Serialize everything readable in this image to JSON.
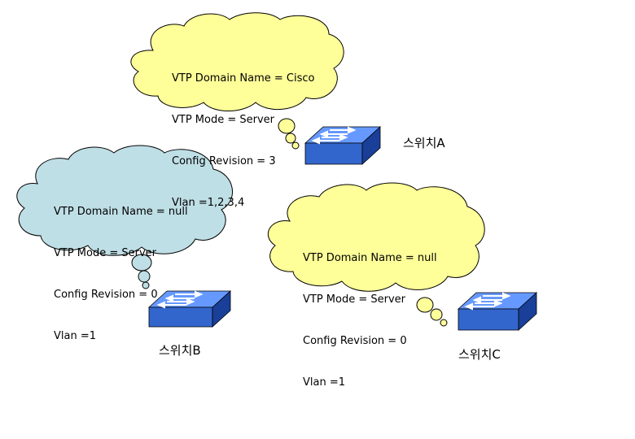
{
  "colors": {
    "cloud_yellow": "#ffff99",
    "cloud_blue": "#bfdfe6",
    "cloud_outline": "#000000",
    "switch_top": "#6699ff",
    "switch_front": "#3366cc",
    "switch_side": "#1a3f99",
    "switch_arrow": "#ffffff"
  },
  "clouds": [
    {
      "id": "a",
      "lines": [
        "VTP Domain Name = Cisco",
        "VTP Mode = Server",
        "Config Revision = 3",
        "Vlan =1,2,3,4"
      ]
    },
    {
      "id": "b",
      "lines": [
        "VTP Domain Name = null",
        "VTP Mode = Server",
        "Config Revision = 0",
        "Vlan =1"
      ]
    },
    {
      "id": "c",
      "lines": [
        "VTP Domain Name = null",
        "VTP Mode = Server",
        "Config Revision = 0",
        "Vlan =1"
      ]
    }
  ],
  "switches": [
    {
      "id": "a",
      "label": "스위치A",
      "icon": "network-switch-icon"
    },
    {
      "id": "b",
      "label": "스위치B",
      "icon": "network-switch-icon"
    },
    {
      "id": "c",
      "label": "스위치C",
      "icon": "network-switch-icon"
    }
  ]
}
